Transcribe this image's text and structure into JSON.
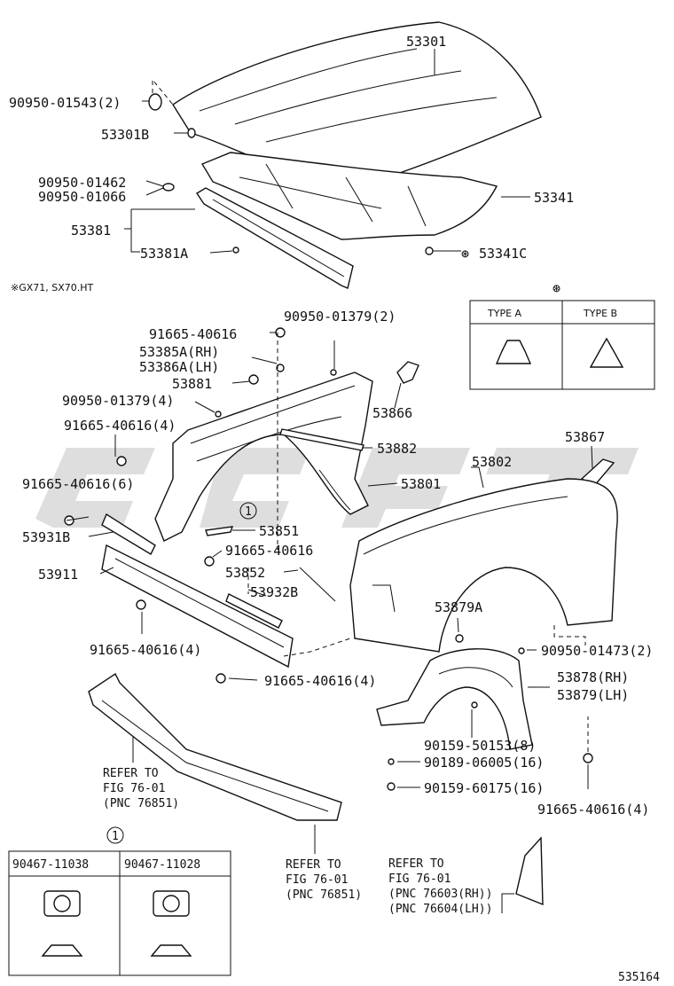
{
  "diagram": {
    "model_note": "※GX71, SX70.HT",
    "figure_number": "535164",
    "labels": {
      "p53301": "53301",
      "p90950_01543": "90950-01543(2)",
      "p53301B": "53301B",
      "p90950_01462": "90950-01462",
      "p90950_01066": "90950-01066",
      "p53341": "53341",
      "p53381": "53381",
      "p53381A": "53381A",
      "p53341C": "53341C",
      "p91665_40616_a": "91665-40616",
      "p90950_01379_2": "90950-01379(2)",
      "p53385A": "53385A(RH)",
      "p53386A": "53386A(LH)",
      "p53881": "53881",
      "p53866": "53866",
      "p90950_01379_4": "90950-01379(4)",
      "p91665_40616_4a": "91665-40616(4)",
      "p53882": "53882",
      "p53867": "53867",
      "p53802": "53802",
      "p91665_40616_6": "91665-40616(6)",
      "p53801": "53801",
      "p53931B": "53931B",
      "p53851": "53851",
      "p91665_40616_b": "91665-40616",
      "p53911": "53911",
      "p53852": "53852",
      "p53932B": "53932B",
      "p53879A": "53879A",
      "p91665_40616_4b": "91665-40616(4)",
      "p90950_01473": "90950-01473(2)",
      "p91665_40616_4c": "91665-40616(4)",
      "p53878": "53878(RH)",
      "p53879": "53879(LH)",
      "p90159_50153": "90159-50153(8)",
      "p90189_06005": "90189-06005(16)",
      "p90159_60175": "90159-60175(16)",
      "p91665_40616_4d": "91665-40616(4)"
    },
    "callouts": {
      "one": "1",
      "clip_symbol": "⊛"
    },
    "type_table": {
      "type_a": "TYPE A",
      "type_b": "TYPE B"
    },
    "refer_left": {
      "line1": "REFER TO",
      "line2": "FIG 76-01",
      "line3": "(PNC 76851)"
    },
    "refer_center": {
      "line1": "REFER TO",
      "line2": "FIG 76-01",
      "line3": "(PNC 76851)"
    },
    "refer_right": {
      "line1": "REFER TO",
      "line2": "FIG 76-01",
      "line3": "(PNC 76603(RH))",
      "line4": "(PNC 76604(LH))"
    },
    "nut_table": {
      "col1": "90467-11038",
      "col2": "90467-11028"
    }
  }
}
